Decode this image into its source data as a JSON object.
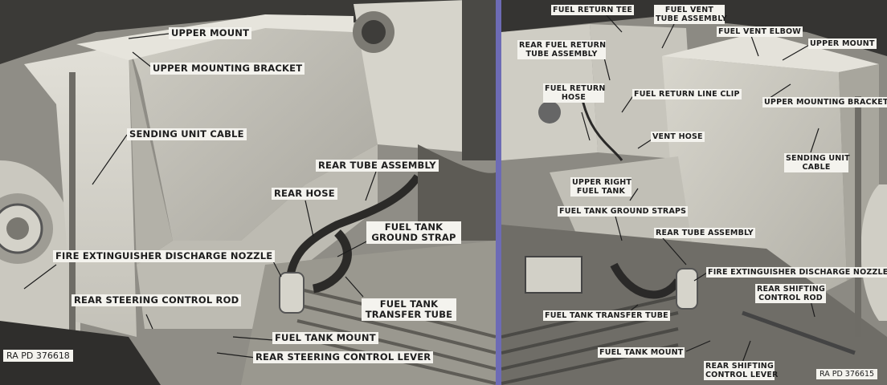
{
  "left_figure": {
    "labels": {
      "upper_mount": "UPPER MOUNT",
      "upper_mounting_bracket": "UPPER MOUNTING BRACKET",
      "sending_unit_cable": "SENDING UNIT CABLE",
      "rear_tube_assembly": "REAR TUBE ASSEMBLY",
      "rear_hose": "REAR HOSE",
      "fuel_tank_ground_strap_1": "FUEL TANK",
      "fuel_tank_ground_strap_2": "GROUND STRAP",
      "fire_extinguisher_discharge_nozzle": "FIRE EXTINGUISHER DISCHARGE NOZZLE",
      "rear_steering_control_rod": "REAR STEERING CONTROL ROD",
      "fuel_tank_transfer_tube_1": "FUEL TANK",
      "fuel_tank_transfer_tube_2": "TRANSFER TUBE",
      "fuel_tank_mount": "FUEL TANK MOUNT",
      "rear_steering_control_lever": "REAR STEERING CONTROL LEVER"
    },
    "reference": "RA PD 376618"
  },
  "right_figure": {
    "labels": {
      "fuel_return_tee": "FUEL RETURN TEE",
      "fuel_vent_tube_assembly_1": "FUEL VENT",
      "fuel_vent_tube_assembly_2": "TUBE ASSEMBLY",
      "fuel_vent_elbow": "FUEL VENT ELBOW",
      "upper_mount": "UPPER MOUNT",
      "rear_fuel_return_tube_assembly_1": "REAR FUEL RETURN",
      "rear_fuel_return_tube_assembly_2": "TUBE ASSEMBLY",
      "fuel_return_hose_1": "FUEL RETURN",
      "fuel_return_hose_2": "HOSE",
      "fuel_return_line_clip": "FUEL RETURN LINE CLIP",
      "upper_mounting_bracket": "UPPER MOUNTING BRACKET",
      "vent_hose": "VENT HOSE",
      "sending_unit_cable_1": "SENDING UNIT",
      "sending_unit_cable_2": "CABLE",
      "upper_right_fuel_tank_1": "UPPER RIGHT",
      "upper_right_fuel_tank_2": "FUEL TANK",
      "fuel_tank_ground_straps": "FUEL TANK GROUND STRAPS",
      "rear_tube_assembly": "REAR TUBE ASSEMBLY",
      "fire_extinguisher_discharge_nozzle": "FIRE EXTINGUISHER DISCHARGE NOZZLE",
      "rear_shifting_control_rod_1": "REAR SHIFTING",
      "rear_shifting_control_rod_2": "CONTROL ROD",
      "fuel_tank_transfer_tube": "FUEL TANK TRANSFER TUBE",
      "fuel_tank_mount": "FUEL TANK MOUNT",
      "rear_shifting_control_lever_1": "REAR SHIFTING",
      "rear_shifting_control_lever_2": "CONTROL LEVER"
    },
    "reference": "RA PD 376615"
  },
  "colors": {
    "divider": "#6d6bb5",
    "label_bg": "#f4f3ee",
    "photo_light": "#d9d7ce",
    "photo_dark": "#2b2b2a"
  }
}
